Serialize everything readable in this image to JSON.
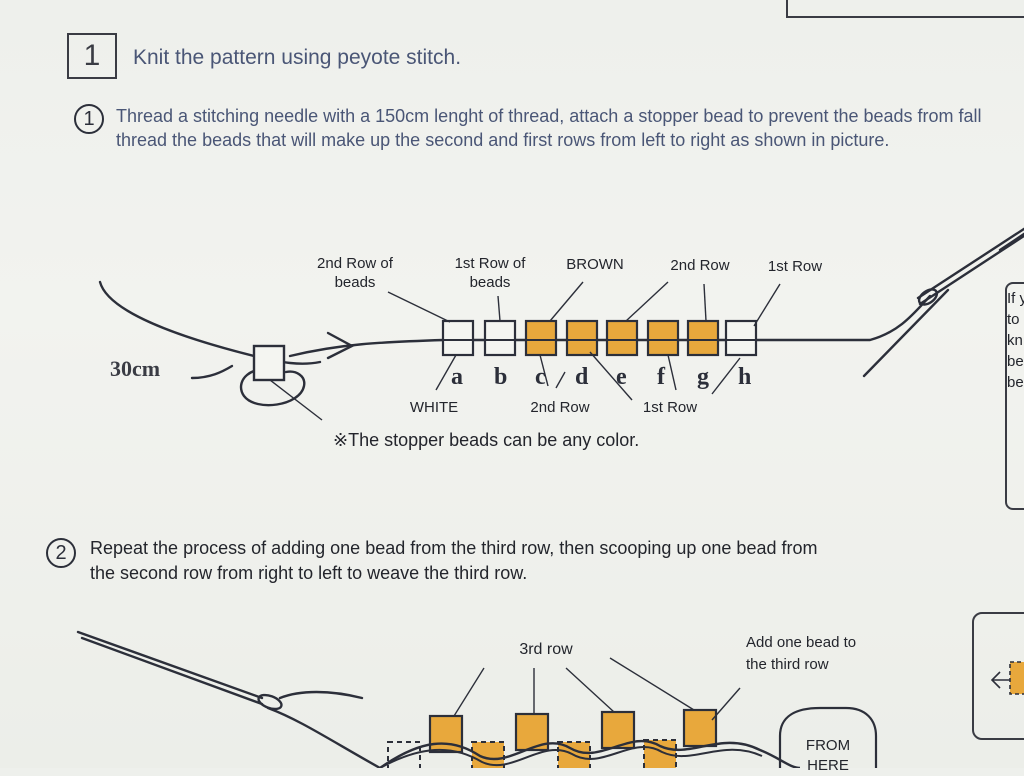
{
  "step1": {
    "number": "1",
    "title": "Knit the pattern using peyote stitch.",
    "sub1_marker": "1",
    "sub1_line1": "Thread a stitching needle with a 150cm lenght of thread, attach a stopper bead to prevent the beads from fall",
    "sub1_line2": "thread the beads that will make up the second and first rows from left to right as shown in picture."
  },
  "diagram1": {
    "length_label": "30cm",
    "label_2nd_row_of_beads_1": "2nd Row of",
    "label_2nd_row_of_beads_2": "beads",
    "label_1st_row_of_beads_1": "1st Row of",
    "label_1st_row_of_beads_2": "beads",
    "label_brown": "BROWN",
    "label_2nd_row_top": "2nd Row",
    "label_1st_row_top": "1st Row",
    "label_white": "WHITE",
    "label_2nd_row_bottom": "2nd Row",
    "label_1st_row_bottom": "1st Row",
    "letters": [
      "a",
      "b",
      "c",
      "d",
      "e",
      "f",
      "g",
      "h"
    ],
    "note": "※The stopper beads can be any color."
  },
  "sidebox_text": [
    "If y",
    "to",
    "kn",
    "be",
    "be"
  ],
  "step2": {
    "marker": "2",
    "line1": "Repeat the process of adding one bead from the third row, then scooping up one bead from",
    "line2": "the second row from right to left to weave the third row."
  },
  "diagram2": {
    "label_3rd_row": "3rd row",
    "label_add_1": "Add one bead to",
    "label_add_2": "the third row",
    "from_here_1": "FROM",
    "from_here_2": "HERE"
  },
  "colors": {
    "bead_orange": "#e8a83c",
    "bead_white": "#f4f5f1",
    "ink": "#2c2f3a",
    "text_blue": "#4a5676"
  }
}
